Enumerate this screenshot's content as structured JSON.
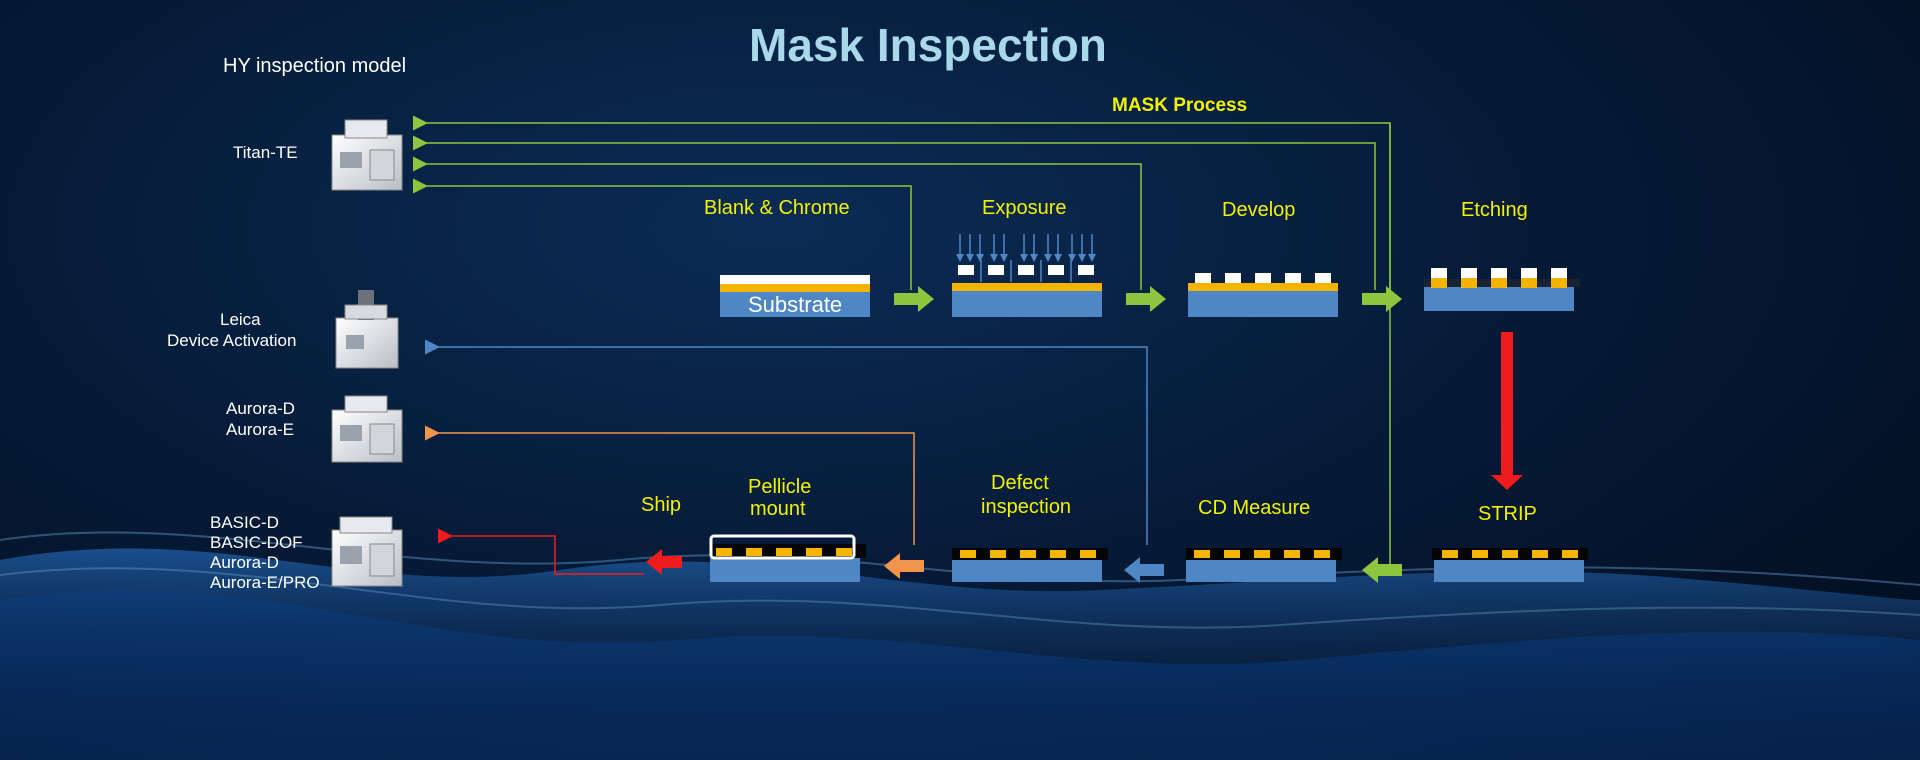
{
  "title": "Mask Inspection",
  "model_header": "HY inspection model",
  "mask_process_label": "MASK Process",
  "machines": [
    {
      "lines": [
        "Titan-TE"
      ]
    },
    {
      "lines": [
        "Leica",
        "Device Activation"
      ]
    },
    {
      "lines": [
        "Aurora-D",
        "Aurora-E"
      ]
    },
    {
      "lines": [
        "BASIC-D",
        "BASIC-DOF",
        "Aurora-D",
        "Aurora-E/PRO"
      ]
    }
  ],
  "steps": {
    "blank": "Blank & Chrome",
    "substrate": "Substrate",
    "exposure": "Exposure",
    "develop": "Develop",
    "etching": "Etching",
    "strip": "STRIP",
    "cd_measure": "CD Measure",
    "defect_line1": "Defect",
    "defect_line2": "inspection",
    "pellicle_line1": "Pellicle",
    "pellicle_line2": "mount",
    "ship": "Ship"
  },
  "colors": {
    "step_label": "#f2f200",
    "substrate": "#4f86c6",
    "chrome": "#f4b400",
    "green_flow": "#8cc63f",
    "blue_flow": "#4f86c6",
    "orange_flow": "#f0954a",
    "red_flow": "#ee1c1c"
  }
}
